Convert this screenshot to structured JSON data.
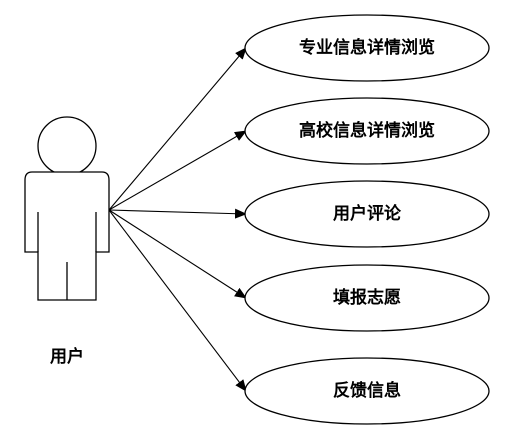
{
  "actor": {
    "label": "用户"
  },
  "use_cases": [
    {
      "label": "专业信息详情浏览"
    },
    {
      "label": "高校信息详情浏览"
    },
    {
      "label": "用户评论"
    },
    {
      "label": "填报志愿"
    },
    {
      "label": "反馈信息"
    }
  ],
  "colors": {
    "stroke": "#000000",
    "fill": "#ffffff",
    "background": "#ffffff"
  }
}
